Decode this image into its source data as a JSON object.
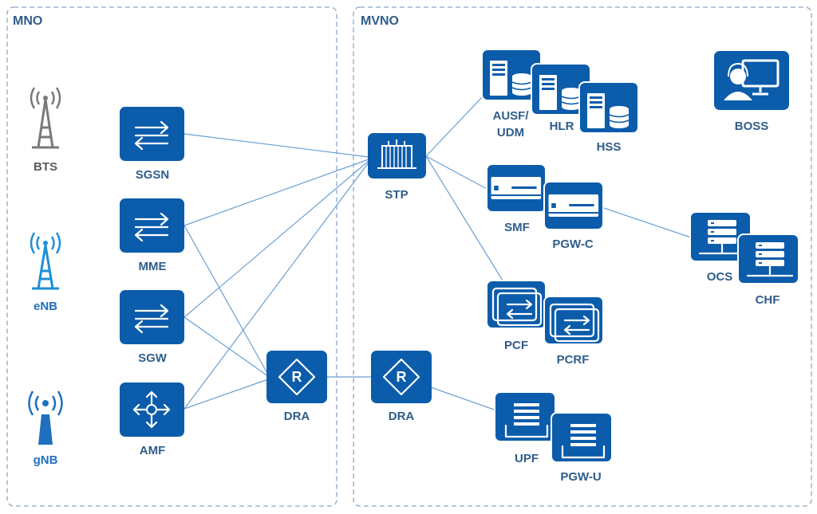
{
  "zones": {
    "mno": "MNO",
    "mvno": "MVNO"
  },
  "nodes": {
    "bts": "BTS",
    "enb": "eNB",
    "gnb": "gNB",
    "sgsn": "SGSN",
    "mme": "MME",
    "sgw": "SGW",
    "amf": "AMF",
    "dra_mno": "DRA",
    "stp": "STP",
    "dra_mvno": "DRA",
    "ausf_udm_line1": "AUSF/",
    "ausf_udm_line2": "UDM",
    "hlr": "HLR",
    "hss": "HSS",
    "boss": "BOSS",
    "smf": "SMF",
    "pgwc": "PGW-C",
    "ocs": "OCS",
    "chf": "CHF",
    "pcf": "PCF",
    "pcrf": "PCRF",
    "upf": "UPF",
    "pgwu": "PGW-U"
  },
  "colors": {
    "tile": "#0b5cab",
    "link": "#6a9fd4",
    "label": "#2f5d8a",
    "bts_gray": "#7a7a7a",
    "ran_blue": "#1f8fd8",
    "border": "#8aa8c8"
  },
  "icons": {
    "switch": "bidirectional-arrows-icon",
    "amf": "four-way-arrows-icon",
    "router": "router-r-icon",
    "stp": "transformer-icon",
    "server": "server-database-icon",
    "appliance": "rack-appliance-icon",
    "policy": "stacked-cards-icon",
    "upf": "tray-stack-icon",
    "charging": "server-rack-icon",
    "boss": "operator-monitor-icon",
    "tower": "antenna-tower-icon"
  }
}
